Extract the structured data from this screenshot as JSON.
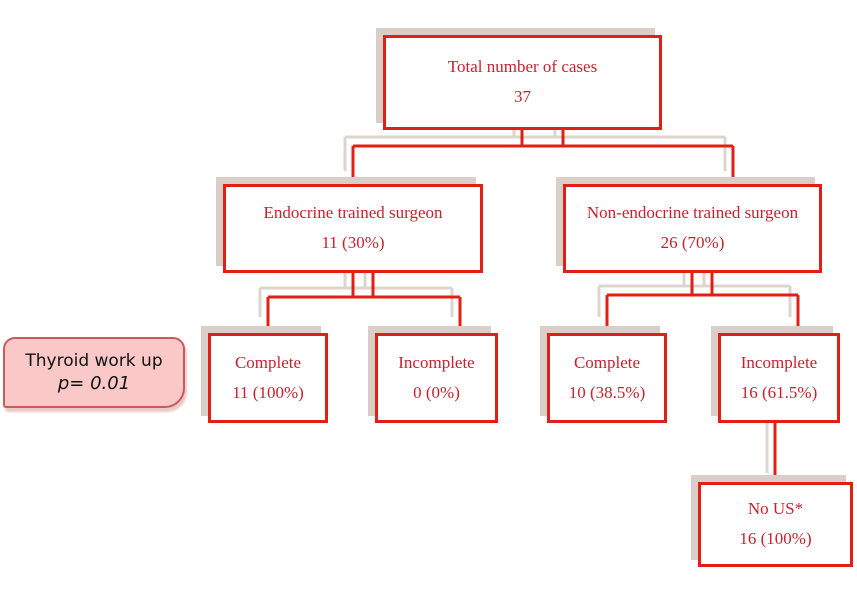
{
  "diagram": {
    "nodes": {
      "total": {
        "label": "Total number of cases",
        "value": "37"
      },
      "endocrine": {
        "label": "Endocrine trained surgeon",
        "value": "11 (30%)"
      },
      "non_endocrine": {
        "label": "Non-endocrine trained surgeon",
        "value": "26 (70%)"
      },
      "endo_complete": {
        "label": "Complete",
        "value": "11 (100%)"
      },
      "endo_incomplete": {
        "label": "Incomplete",
        "value": "0 (0%)"
      },
      "non_complete": {
        "label": "Complete",
        "value": "10 (38.5%)"
      },
      "non_incomplete": {
        "label": "Incomplete",
        "value": "16 (61.5%)"
      },
      "no_us": {
        "label": "No US*",
        "value": "16 (100%)"
      }
    },
    "callout": {
      "line1": "Thyroid work up",
      "line2": "p= 0.01"
    },
    "colors": {
      "box_border_red": "#e02015",
      "box_text_red": "#c8212e",
      "box_shadow_gray": "#d9cfc8",
      "connector_red": "#e02015",
      "connector_shadow": "#ddd4ce",
      "callout_fill": "#f9c8c7",
      "callout_border": "#cb5a58",
      "callout_text": "#111111",
      "background": "#ffffff"
    }
  }
}
